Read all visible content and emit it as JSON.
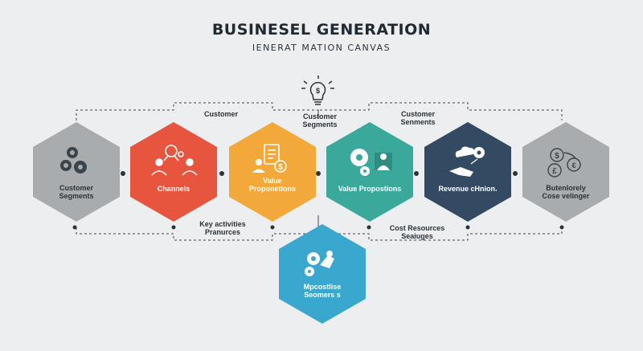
{
  "header": {
    "title": "BUSINESEL GENERATION",
    "subtitle": "IENERAT MATION CANVAS"
  },
  "colors": {
    "background": "#eceeef",
    "gray": "#a8acae",
    "red": "#e8553f",
    "orange": "#f3a83a",
    "teal": "#3aa99c",
    "navy": "#344a63",
    "blue": "#3aa7cf"
  },
  "hexagons": [
    {
      "name": "customer-segments",
      "label_lines": [
        "Customer",
        "Segments"
      ],
      "icon": "gears-icon",
      "color": "gray"
    },
    {
      "name": "channels",
      "label_lines": [
        "Channels"
      ],
      "icon": "people-network-icon",
      "color": "red"
    },
    {
      "name": "value-propositions-1",
      "label_lines": [
        "Value",
        "Proponetions"
      ],
      "icon": "document-coin-icon",
      "color": "orange"
    },
    {
      "name": "value-propositions-2",
      "label_lines": [
        "Value Propostions"
      ],
      "icon": "gear-presenter-icon",
      "color": "teal"
    },
    {
      "name": "revenue",
      "label_lines": [
        "Revenue cHnion."
      ],
      "icon": "hand-cloud-gear-icon",
      "color": "navy"
    },
    {
      "name": "cost-structure",
      "label_lines": [
        "Butenlorely",
        "Cose velinger"
      ],
      "icon": "currency-cycle-icon",
      "color": "gray"
    },
    {
      "name": "key-resources",
      "label_lines": [
        "Mpcostlise",
        "Seomers s"
      ],
      "icon": "gears-hand-icon",
      "color": "blue"
    }
  ],
  "connector_labels": {
    "top_left": "Customer",
    "top_center": [
      "Customer",
      "Segments"
    ],
    "top_right": [
      "Customer",
      "Senments"
    ],
    "bottom_left": [
      "Key activities",
      "Pranurces"
    ],
    "bottom_right": [
      "Cost Resources",
      "Seaiuges"
    ]
  },
  "icons": {
    "top_center": "lightbulb-dollar-icon"
  }
}
